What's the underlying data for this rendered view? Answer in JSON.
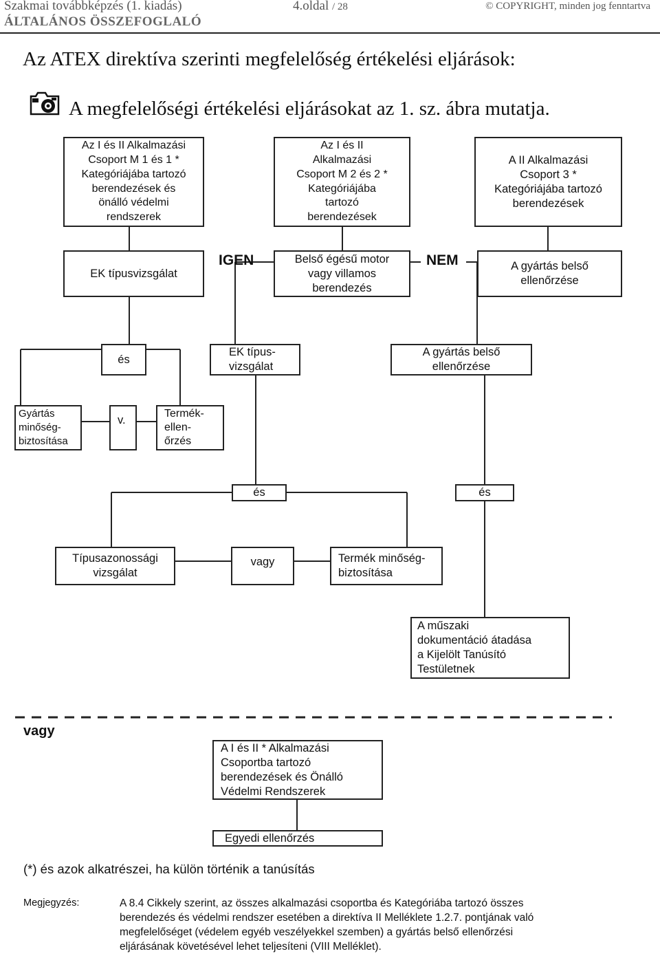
{
  "header": {
    "course": "Szakmai továbbképzés (1. kiadás)",
    "page": "4.oldal",
    "page_total": "/ 28",
    "copyright": "© COPYRIGHT, minden jog fenntartva",
    "section": "ÁLTALÁNOS ÖSSZEFOGLALÓ"
  },
  "title": "Az ATEX direktíva szerinti megfelelőség értékelési eljárások:",
  "subtitle": "A megfelelőségi értékelési eljárásokat az 1. sz. ábra mutatja.",
  "icon": "camera-icon",
  "diagram": {
    "box_top_left": "Az I és II Alkalmazási\nCsoport  M 1 és 1 *\nKategóriájába tartozó\nberendezések és\nönálló védelmi\nrendszerek",
    "box_top_mid": "Az I és II\nAlkalmazási\nCsoport M 2 és 2 *\nKategóriájába\ntartozó\nberendezések",
    "box_top_right": "A II Alkalmazási\nCsoport 3 *\nKategóriájába tartozó\nberendezések",
    "box_ek_type_test": "EK típusvizsgálat",
    "label_yes": "IGEN",
    "box_engine": "Belső égésű motor\nvagy villamos\nberendezés",
    "label_no": "NEM",
    "box_internal_control_top": "A gyártás belső\nellenőrzése",
    "box_and_left": "és",
    "box_ek_type_test_2": "EK típus-\nvizsgálat",
    "box_internal_control_mid": "A gyártás belső\nellenőrzése",
    "box_production_qa": "Gyártás\nminőség-\nbiztosítása",
    "box_or_short": "v.",
    "box_product_verification": "Termék-\nellen-\nőrzés",
    "box_and_mid": "és",
    "box_and_right": "és",
    "box_type_conformity": "Típusazonossági\nvizsgálat",
    "box_or": "vagy",
    "box_product_qa": "Termék minőség-\nbiztosítása",
    "box_tech_docs": "A műszaki\ndokumentáció átadása\n  a  Kijelölt Tanúsító\nTestületnek",
    "label_or_bottom": "vagy",
    "box_group_i_ii": "A I és II * Alkalmazási\nCsoportba tartozó\nberendezések és Önálló\nVédelmi Rendszerek",
    "box_unit_verification": "Egyedi ellenőrzés"
  },
  "footnote": "(*) és azok alkatrészei, ha külön történik a tanúsítás",
  "note_label": "Megjegyzés:",
  "note_lines": [
    "A 8.4 Cikkely szerint, az összes alkalmazási csoportba és Kategóriába tartozó összes",
    "berendezés és védelmi rendszer esetében a direktíva II Melléklete 1.2.7. pontjának való",
    "megfelelőséget (védelem egyéb veszélyekkel szemben) a gyártás belső ellenőrzési",
    "eljárásának követésével lehet teljesíteni (VIII Melléklet)."
  ]
}
